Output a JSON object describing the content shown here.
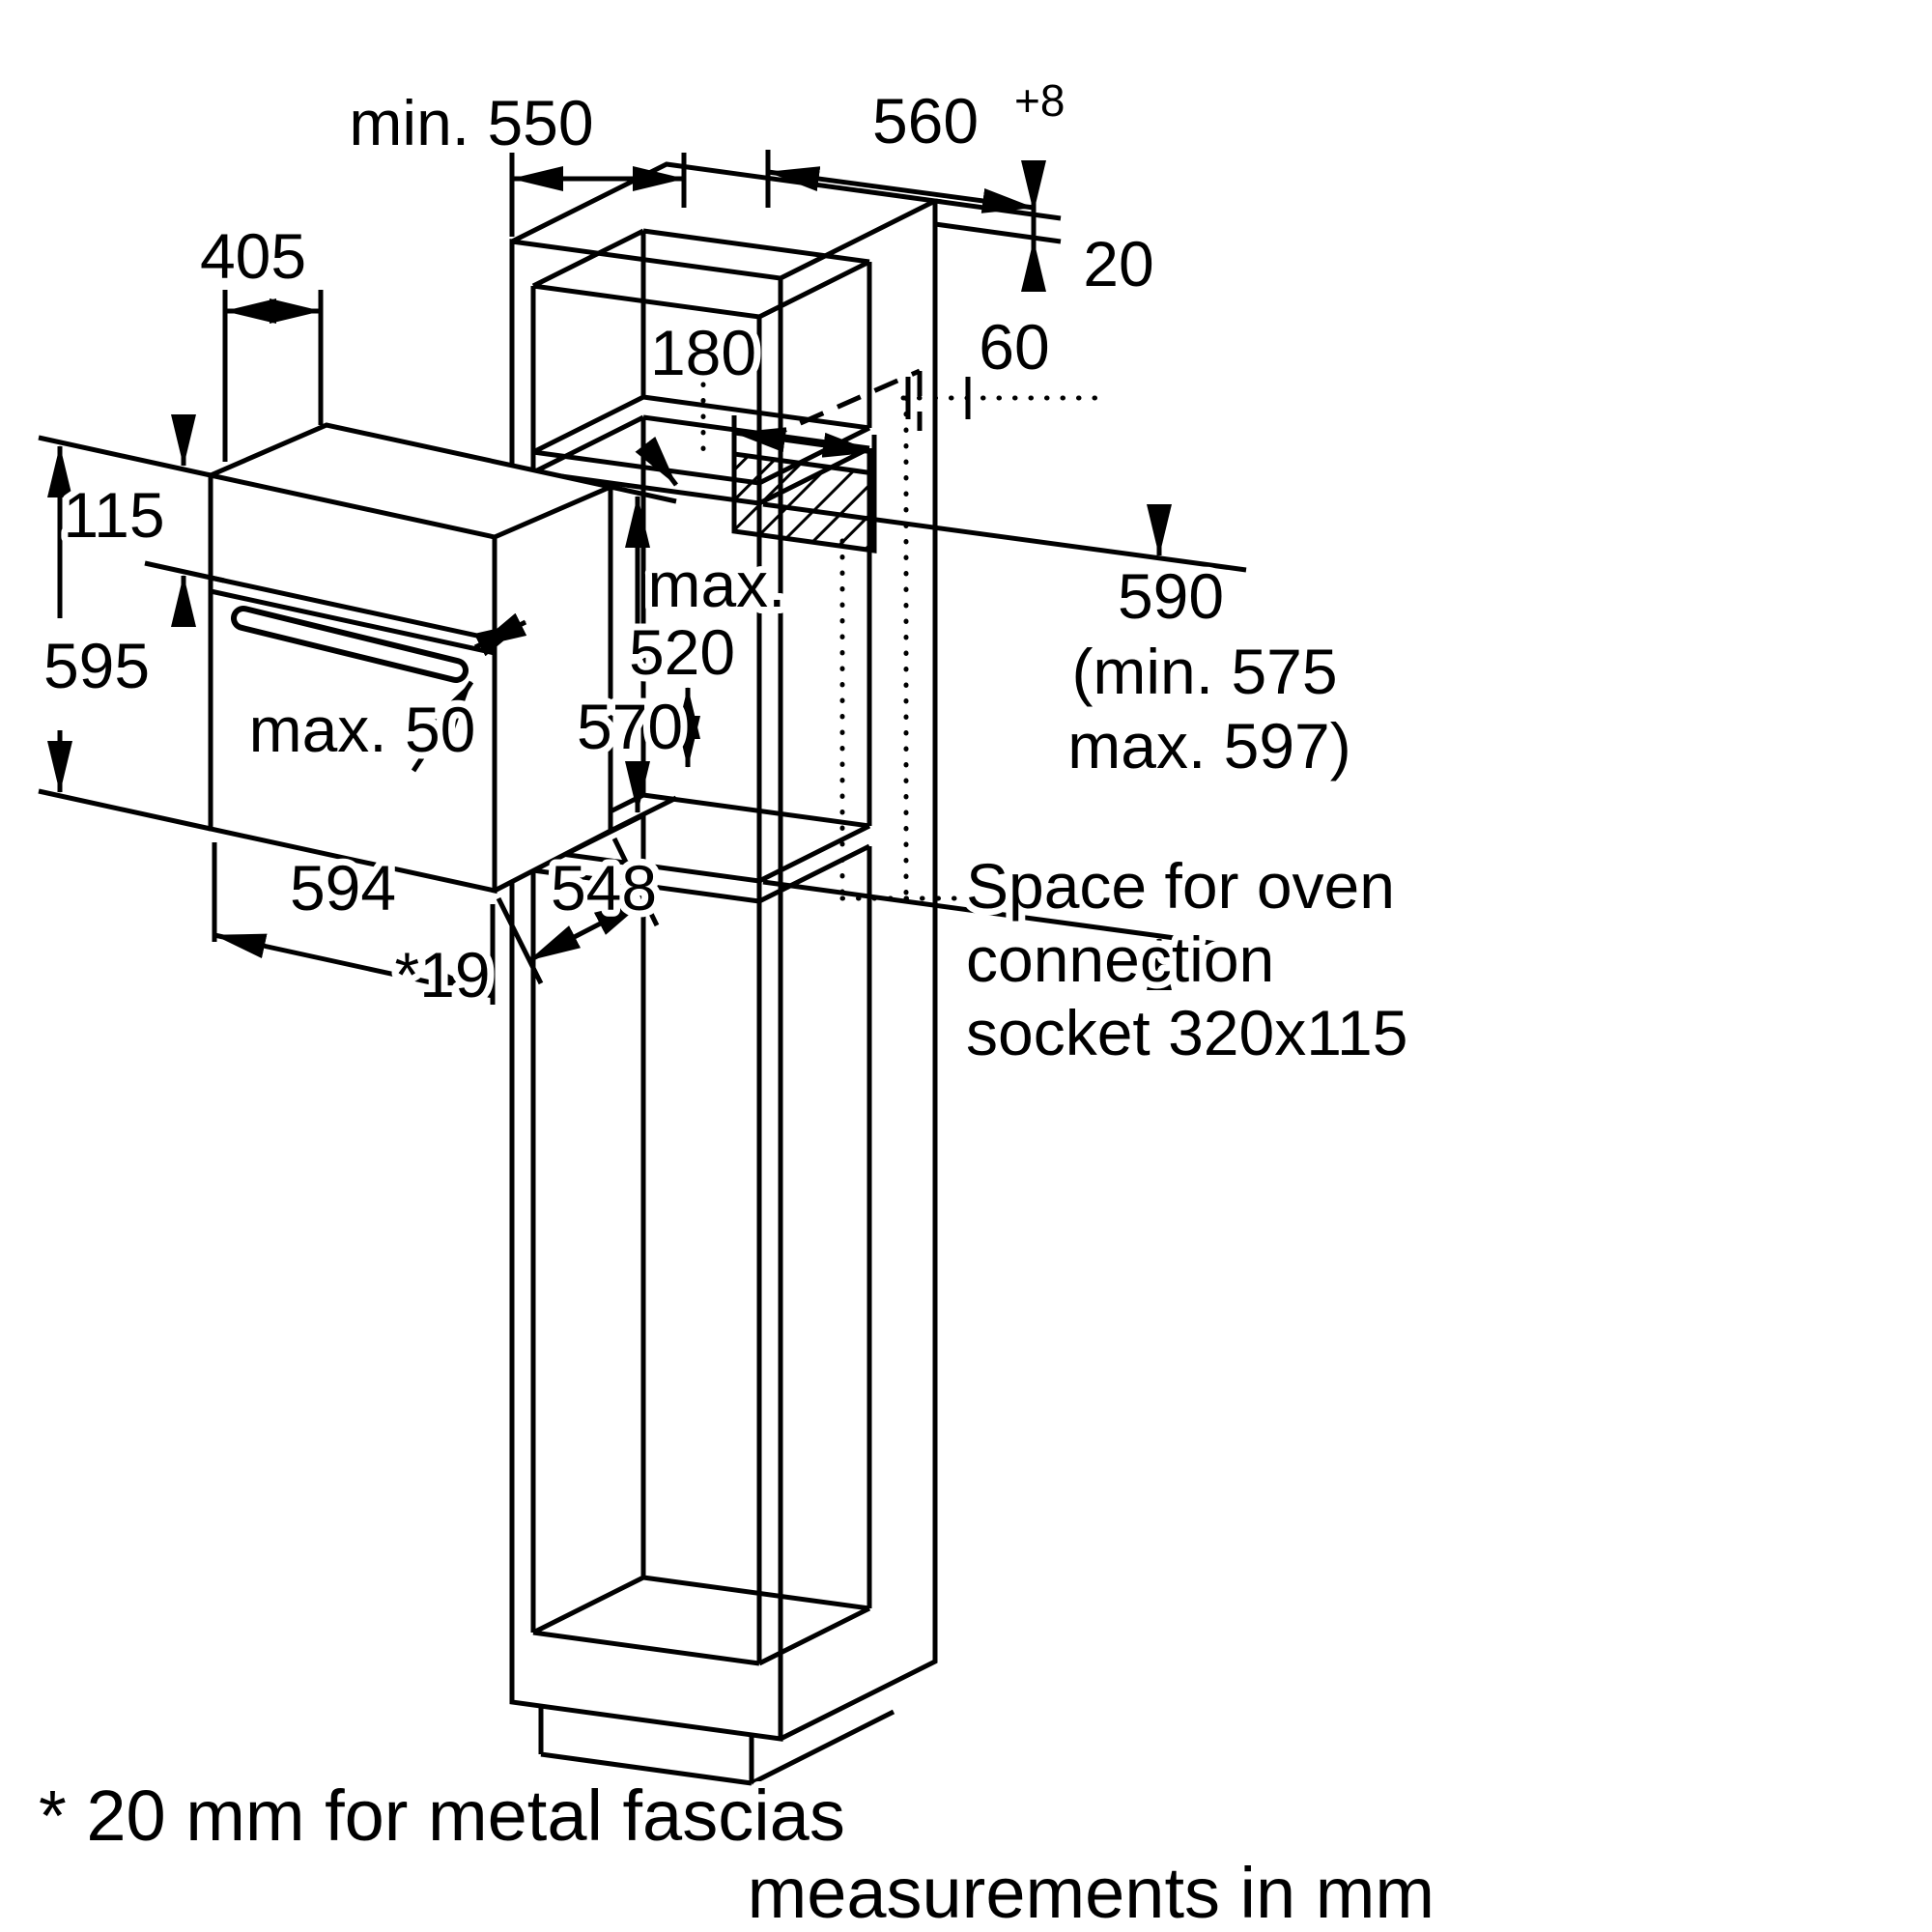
{
  "diagram": {
    "units_note": "measurements in mm",
    "footnote": "* 20 mm for metal fascias",
    "socket_note": [
      "Space for oven",
      "connection",
      "socket 320x115"
    ],
    "dims": {
      "min_depth": "min. 550",
      "niche_width": "560",
      "niche_width_tol": "+8",
      "rear_width": "405",
      "panel_height": "115",
      "oven_height": "595",
      "shelf_offset": "180",
      "panel_thickness": "20",
      "socket_offset": "60",
      "max_label": "max.",
      "recess_depth": "520",
      "niche_height": "590",
      "niche_height_min": "(min. 575",
      "niche_height_max": "max. 597)",
      "handle_depth": "max. 50",
      "body_height": "570",
      "oven_width": "594",
      "body_depth": "548",
      "fascia_gap": "*19"
    },
    "colors": {
      "line": "#000000",
      "background": "#ffffff"
    }
  }
}
